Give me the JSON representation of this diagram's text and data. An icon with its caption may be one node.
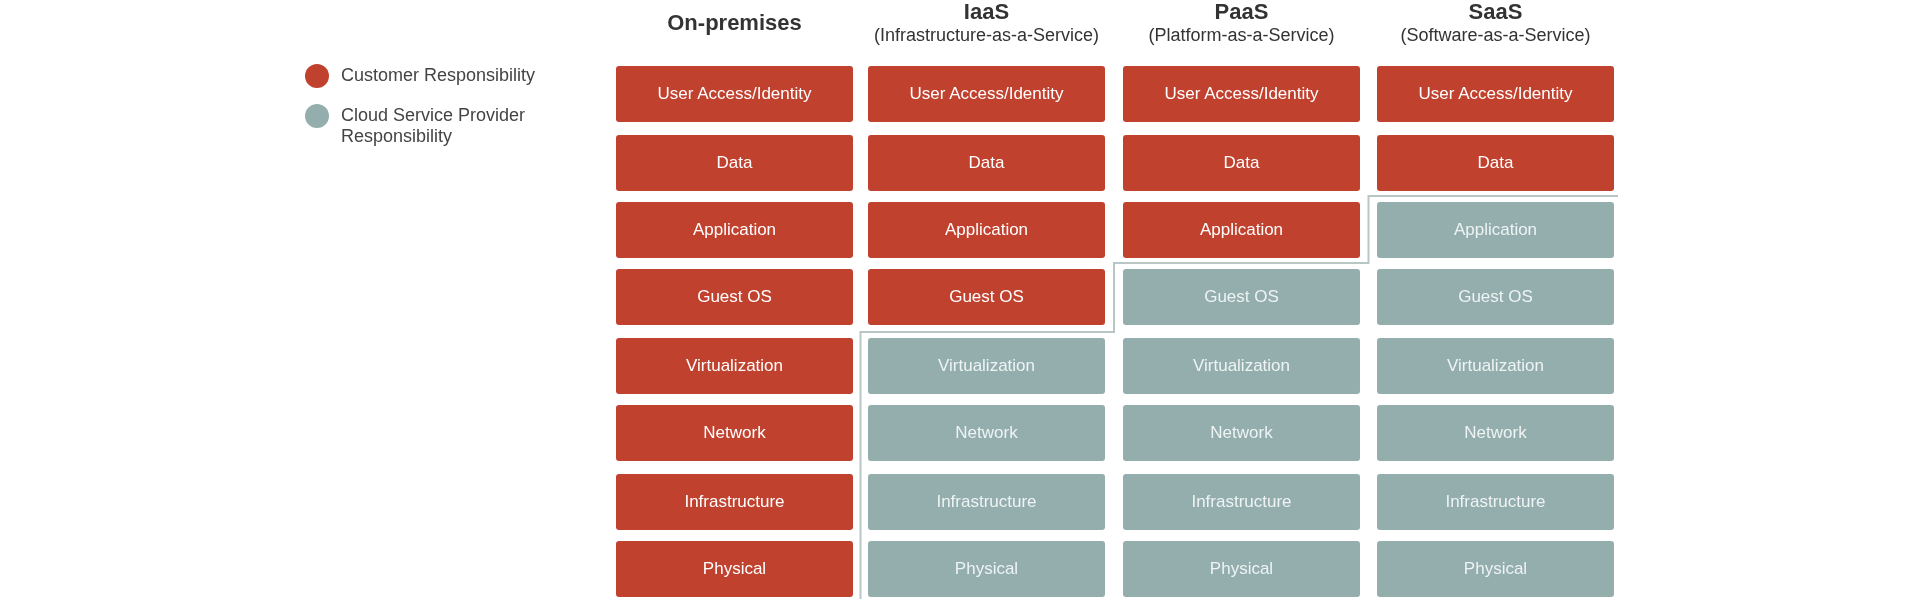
{
  "diagram": {
    "nodes": [
      {
        "text": [
          "User Access/Identity"
        ]
      },
      {
        "text": [
          "User Access/Identity"
        ]
      },
      {
        "text": [
          "User Access/Identity"
        ]
      },
      {
        "text": [
          "User Access/Identity"
        ]
      },
      {
        "text": [
          "Data"
        ]
      },
      {
        "text": [
          "Data"
        ]
      },
      {
        "text": [
          "Data"
        ]
      },
      {
        "text": [
          "Data"
        ]
      },
      {
        "text": [
          "Application"
        ]
      },
      {
        "text": [
          "Application"
        ]
      },
      {
        "text": [
          "Application"
        ]
      },
      {
        "text": [
          "Application"
        ]
      },
      {
        "text": [
          "Guest OS"
        ]
      },
      {
        "text": [
          "Guest OS"
        ]
      },
      {
        "text": [
          "Guest OS"
        ]
      },
      {
        "text": [
          "Guest OS"
        ]
      },
      {
        "text": [
          "Virtualization"
        ]
      },
      {
        "text": [
          "Virtualization"
        ]
      },
      {
        "text": [
          "Virtualization"
        ]
      },
      {
        "text": [
          "Virtualization"
        ]
      },
      {
        "text": [
          "Network"
        ]
      },
      {
        "text": [
          "Network"
        ]
      },
      {
        "text": [
          "Network"
        ]
      },
      {
        "text": [
          "Network"
        ]
      },
      {
        "text": [
          "Infrastructure"
        ]
      },
      {
        "text": [
          "Infrastructure"
        ]
      },
      {
        "text": [
          "Infrastructure"
        ]
      },
      {
        "text": [
          "Infrastructure"
        ]
      },
      {
        "text": [
          "Physical"
        ]
      },
      {
        "text": [
          "Physical"
        ]
      },
      {
        "text": [
          "Physical"
        ]
      },
      {
        "text": [
          "Physical"
        ]
      }
    ],
    "labels": [
      "On-premises",
      "IaaS",
      "(Infrastructure-as-a-Service)",
      "PaaS",
      "(Platform-as-a-Service)",
      "SaaS",
      "(Software-as-a-Service)"
    ],
    "legend": [
      {
        "text": "Customer Responsibility",
        "color": "#c1412f"
      },
      {
        "text": "Cloud Service Provider Responsibility",
        "color": "#94aeae"
      }
    ]
  }
}
